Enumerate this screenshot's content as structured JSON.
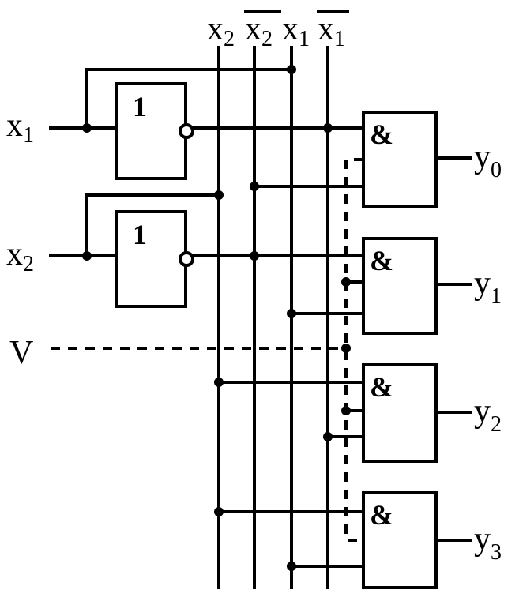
{
  "inputs": {
    "x1": {
      "main": "x",
      "sub": "1"
    },
    "x2": {
      "main": "x",
      "sub": "2"
    },
    "v": "V"
  },
  "buses": [
    {
      "main": "x",
      "sub": "2",
      "bar": false
    },
    {
      "main": "x",
      "sub": "2",
      "bar": true
    },
    {
      "main": "x",
      "sub": "1",
      "bar": false
    },
    {
      "main": "x",
      "sub": "1",
      "bar": true
    }
  ],
  "inverters": [
    {
      "symbol": "1"
    },
    {
      "symbol": "1"
    }
  ],
  "and_gates": [
    {
      "symbol": "&"
    },
    {
      "symbol": "&"
    },
    {
      "symbol": "&"
    },
    {
      "symbol": "&"
    }
  ],
  "outputs": [
    {
      "main": "y",
      "sub": "0"
    },
    {
      "main": "y",
      "sub": "1"
    },
    {
      "main": "y",
      "sub": "2"
    },
    {
      "main": "y",
      "sub": "3"
    }
  ]
}
